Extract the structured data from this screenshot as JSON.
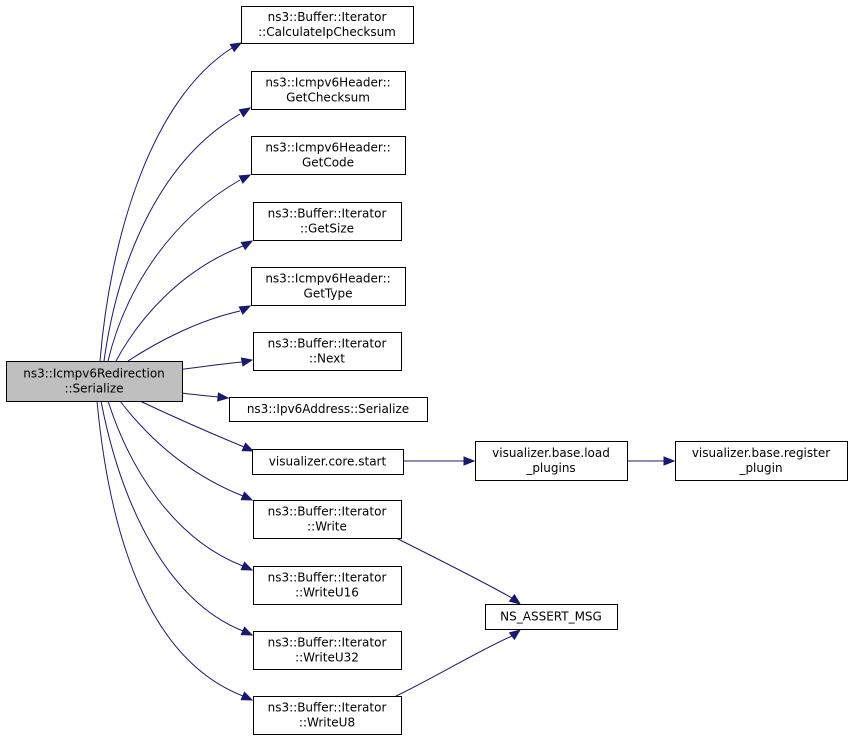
{
  "nodes": {
    "root": {
      "lines": [
        "ns3::Icmpv6Redirection",
        "::Serialize"
      ]
    },
    "calcIp": {
      "lines": [
        "ns3::Buffer::Iterator",
        "::CalculateIpChecksum"
      ]
    },
    "getChecksum": {
      "lines": [
        "ns3::Icmpv6Header::",
        "GetChecksum"
      ]
    },
    "getCode": {
      "lines": [
        "ns3::Icmpv6Header::",
        "GetCode"
      ]
    },
    "getSize": {
      "lines": [
        "ns3::Buffer::Iterator",
        "::GetSize"
      ]
    },
    "getType": {
      "lines": [
        "ns3::Icmpv6Header::",
        "GetType"
      ]
    },
    "next": {
      "lines": [
        "ns3::Buffer::Iterator",
        "::Next"
      ]
    },
    "ipv6Serialize": {
      "lines": [
        "ns3::Ipv6Address::Serialize"
      ]
    },
    "vizStart": {
      "lines": [
        "visualizer.core.start"
      ]
    },
    "loadPlugins": {
      "lines": [
        "visualizer.base.load",
        "_plugins"
      ]
    },
    "registerPlugin": {
      "lines": [
        "visualizer.base.register",
        "_plugin"
      ]
    },
    "write": {
      "lines": [
        "ns3::Buffer::Iterator",
        "::Write"
      ]
    },
    "writeU16": {
      "lines": [
        "ns3::Buffer::Iterator",
        "::WriteU16"
      ]
    },
    "writeU32": {
      "lines": [
        "ns3::Buffer::Iterator",
        "::WriteU32"
      ]
    },
    "writeU8": {
      "lines": [
        "ns3::Buffer::Iterator",
        "::WriteU8"
      ]
    },
    "nsAssert": {
      "lines": [
        "NS_ASSERT_MSG"
      ]
    }
  },
  "edges": [
    [
      "root",
      "calcIp"
    ],
    [
      "root",
      "getChecksum"
    ],
    [
      "root",
      "getCode"
    ],
    [
      "root",
      "getSize"
    ],
    [
      "root",
      "getType"
    ],
    [
      "root",
      "next"
    ],
    [
      "root",
      "ipv6Serialize"
    ],
    [
      "root",
      "vizStart"
    ],
    [
      "root",
      "write"
    ],
    [
      "root",
      "writeU16"
    ],
    [
      "root",
      "writeU32"
    ],
    [
      "root",
      "writeU8"
    ],
    [
      "vizStart",
      "loadPlugins"
    ],
    [
      "loadPlugins",
      "registerPlugin"
    ],
    [
      "write",
      "nsAssert"
    ],
    [
      "writeU8",
      "nsAssert"
    ]
  ],
  "colors": {
    "edge": "#191970",
    "root_fill": "#bfbfbf",
    "node_fill": "#ffffff",
    "border": "#000000"
  }
}
